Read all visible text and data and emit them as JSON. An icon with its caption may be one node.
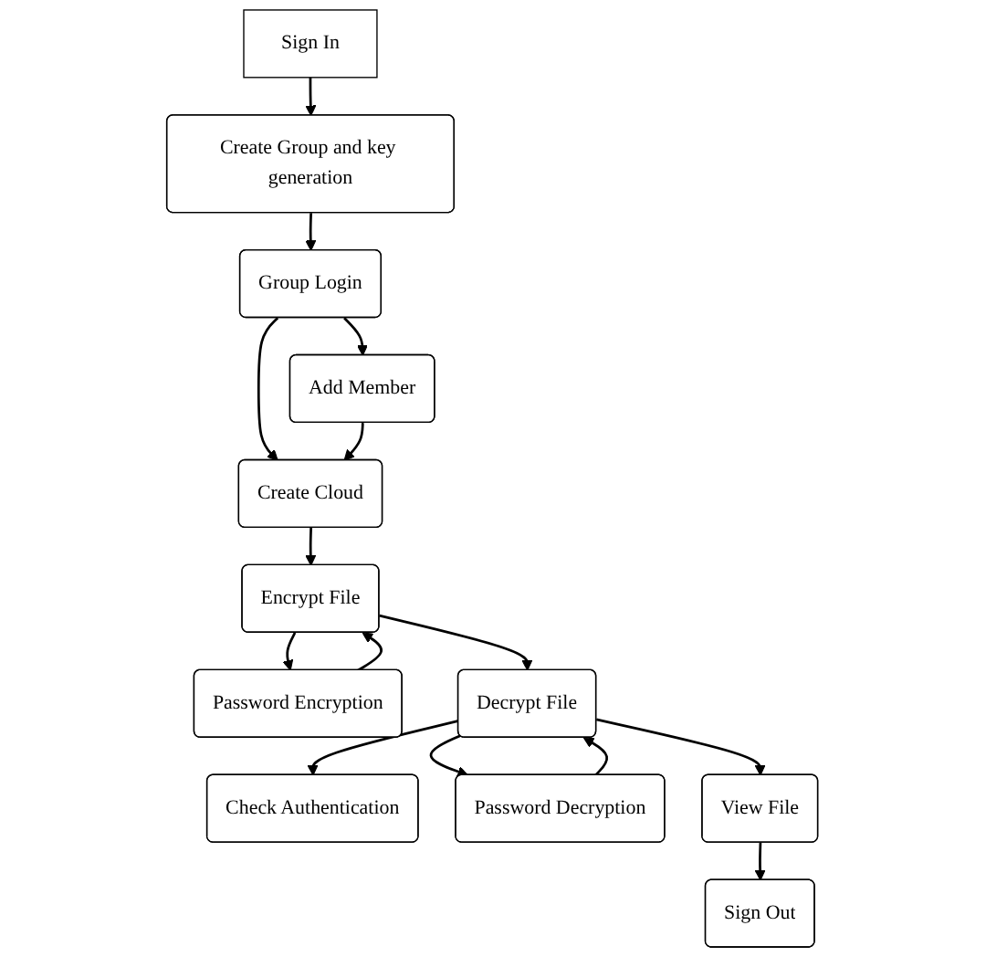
{
  "diagram": {
    "nodes": [
      {
        "text": [
          "Sign In"
        ]
      },
      {
        "text": [
          "Create Group and key generation"
        ]
      },
      {
        "text": [
          "Group Login"
        ]
      },
      {
        "text": [
          "Add Member"
        ]
      },
      {
        "text": [
          "Create Cloud"
        ]
      },
      {
        "text": [
          "Encrypt File"
        ]
      },
      {
        "text": [
          "Password Encryption"
        ]
      },
      {
        "text": [
          "Check Authentication"
        ]
      },
      {
        "text": [
          "Decrypt File"
        ]
      },
      {
        "text": [
          "Password Decryption"
        ]
      },
      {
        "text": [
          "View File"
        ]
      },
      {
        "text": [
          "Sign Out"
        ]
      }
    ],
    "edges": [
      {
        "from": 0,
        "to": 1,
        "arrow": "to"
      },
      {
        "from": 1,
        "to": 2,
        "arrow": "to"
      },
      {
        "from": 2,
        "to": 3,
        "arrow": "to"
      },
      {
        "from": 2,
        "to": 4,
        "arrow": "to"
      },
      {
        "from": 3,
        "to": 4,
        "arrow": "to"
      },
      {
        "from": 4,
        "to": 5,
        "arrow": "to"
      },
      {
        "from": 5,
        "to": 6,
        "arrow": "to"
      },
      {
        "from": 6,
        "to": 5,
        "arrow": "to"
      },
      {
        "from": 5,
        "to": 8,
        "arrow": "to"
      },
      {
        "from": 8,
        "to": 9,
        "arrow": "to"
      },
      {
        "from": 9,
        "to": 8,
        "arrow": "to"
      },
      {
        "from": 8,
        "to": 7,
        "arrow": "to"
      },
      {
        "from": 8,
        "to": 10,
        "arrow": "to"
      },
      {
        "from": 10,
        "to": 11,
        "arrow": "to"
      }
    ]
  }
}
